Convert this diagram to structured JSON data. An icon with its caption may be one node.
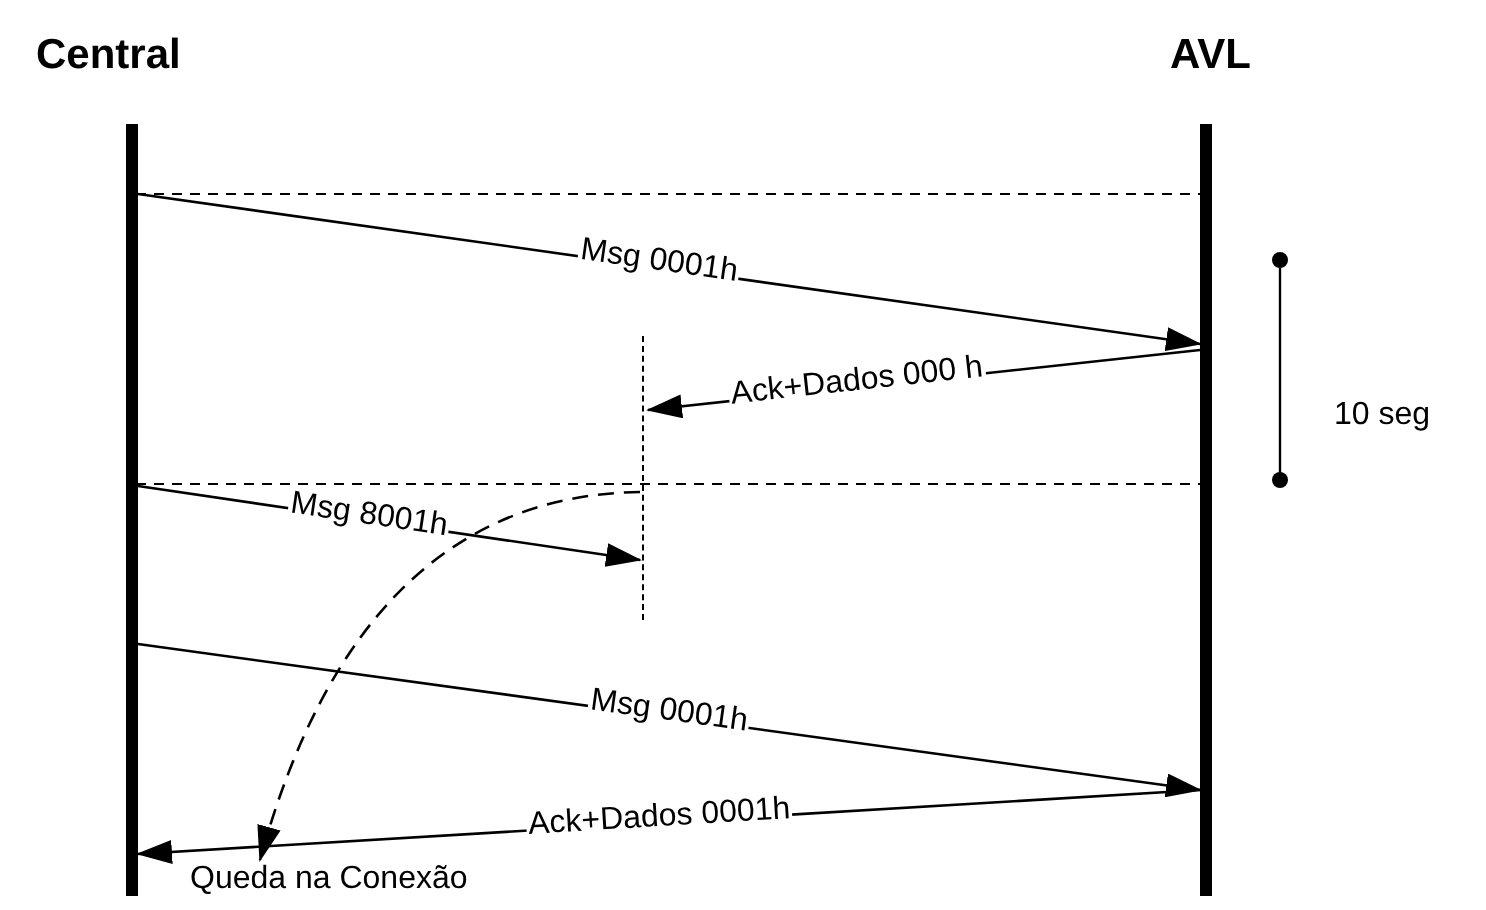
{
  "diagram": {
    "nodes": [
      {
        "text": [
          "Central"
        ]
      },
      {
        "text": [
          "AVL"
        ]
      },
      {
        "text": [],
        "shape": "line"
      },
      {
        "text": [
          "Queda na Conexão"
        ]
      }
    ],
    "edges": [
      {
        "from": 0,
        "to": 1,
        "label": "Msg 0001h",
        "arrow": "to"
      },
      {
        "from": 1,
        "to": 2,
        "label": "Ack+Dados 000 h",
        "arrow": "to"
      },
      {
        "from": 0,
        "to": 2,
        "label": "Msg 8001h",
        "arrow": "to"
      },
      {
        "from": 2,
        "to": 3,
        "arrow": "to",
        "style": "dashed"
      },
      {
        "from": 0,
        "to": 1,
        "label": "Msg 0001h",
        "arrow": "to"
      },
      {
        "from": 1,
        "to": 0,
        "label": "Ack+Dados 0001h",
        "arrow": "to"
      }
    ],
    "labels": [
      "10 seg"
    ]
  }
}
